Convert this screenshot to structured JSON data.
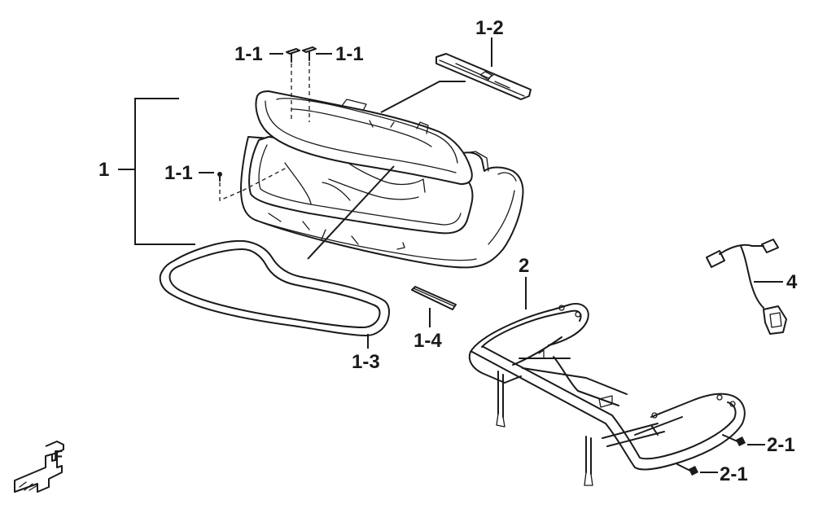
{
  "callouts": {
    "c1": "1",
    "c1_1_top_left": "1-1",
    "c1_1_top_right": "1-1",
    "c1_1_side": "1-1",
    "c1_2": "1-2",
    "c1_3": "1-3",
    "c1_4": "1-4",
    "c2": "2",
    "c2_1_upper": "2-1",
    "c2_1_lower": "2-1",
    "c4": "4"
  },
  "direction_marker": {
    "letter": "F",
    "icon": "front-direction-arrow-icon"
  },
  "colors": {
    "ink": "#1a1a1a",
    "background": "#ffffff"
  }
}
